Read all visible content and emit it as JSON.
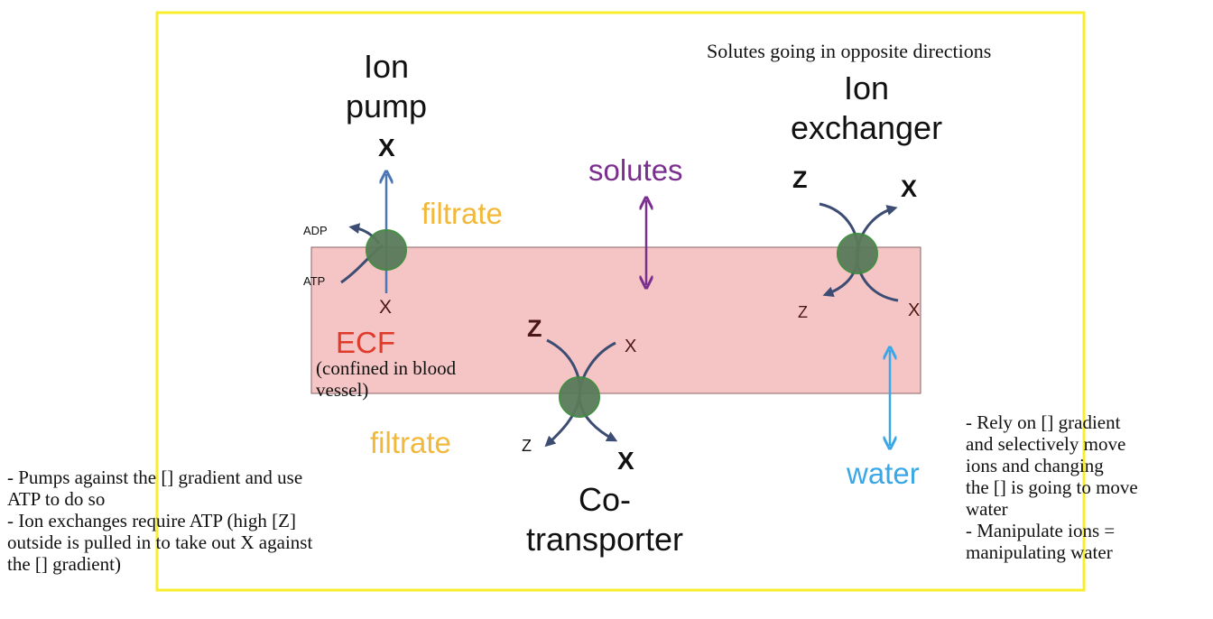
{
  "colors": {
    "frame": "#f7ee2d",
    "vessel_fill": "#f5c4c4",
    "vessel_border": "#8a6565",
    "channel": "#5a7a5a",
    "channel_border": "#3f8a3f",
    "arrow_dark": "#3c4c72",
    "arrow_blue": "#4a76b4",
    "solutes": "#7a2e8e",
    "filtrate": "#f2b83a",
    "ecf": "#e03a2a",
    "water": "#3aa8e6"
  },
  "ion_pump": {
    "title_line1": "Ion",
    "title_line2": "pump",
    "x_top": "X",
    "adp": "ADP",
    "atp": "ATP",
    "x_bottom": "X"
  },
  "ion_exchanger": {
    "caption": "Solutes going in opposite directions",
    "title_line1": "Ion",
    "title_line2": "exchanger",
    "z_top": "Z",
    "x_top": "X",
    "z_bottom": "Z",
    "x_bottom": "X"
  },
  "cotransporter": {
    "z_top": "Z",
    "x_top": "X",
    "z_bottom": "Z",
    "x_bottom": "X",
    "title_line1": "Co-",
    "title_line2": "transporter"
  },
  "labels": {
    "solutes": "solutes",
    "filtrate_top": "filtrate",
    "filtrate_bottom": "filtrate",
    "ecf": "ECF",
    "ecf_note": "(confined in blood\nvessel)",
    "water": "water"
  },
  "notes": {
    "left": "- Pumps against the [] gradient and use\nATP to do so\n- Ion exchanges require ATP (high [Z]\noutside is pulled in to take out X against\nthe [] gradient)",
    "right": "- Rely on [] gradient\nand selectively move\nions and changing\nthe [] is going to move\nwater\n- Manipulate ions =\nmanipulating water"
  }
}
